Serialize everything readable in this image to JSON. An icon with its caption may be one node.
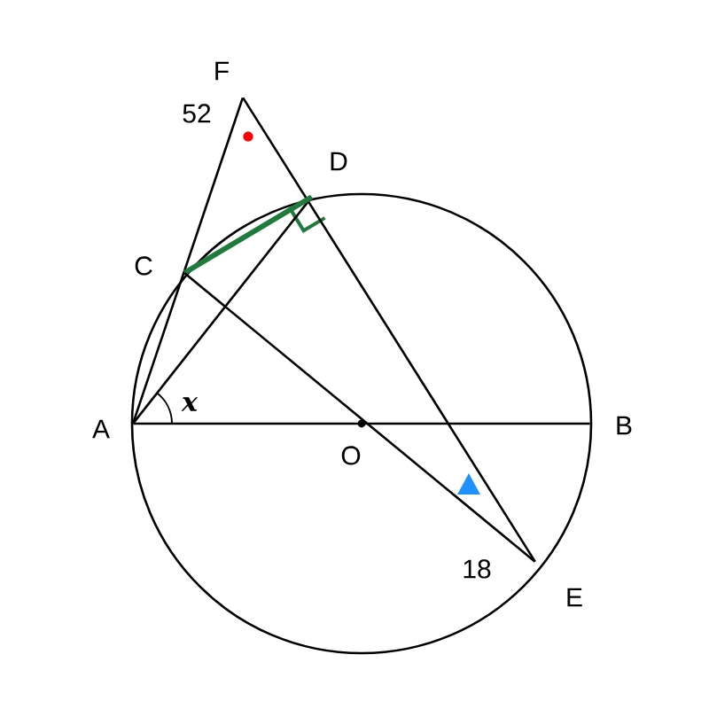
{
  "diagram": {
    "nodes": [
      {
        "text": [
          "F"
        ]
      },
      {
        "text": [
          "C"
        ]
      },
      {
        "text": [
          "D"
        ]
      },
      {
        "text": [
          "A"
        ]
      },
      {
        "text": [
          "O"
        ]
      },
      {
        "text": [
          "B"
        ]
      },
      {
        "text": [
          "E"
        ]
      }
    ],
    "edges": [
      {
        "from": 3,
        "to": 0,
        "arrow": "none"
      },
      {
        "from": 0,
        "to": 6,
        "arrow": "none"
      },
      {
        "from": 3,
        "to": 2,
        "arrow": "none"
      },
      {
        "from": 1,
        "to": 2,
        "arrow": "none",
        "style": "thick",
        "color": "#1e7b3c"
      },
      {
        "from": 1,
        "to": 6,
        "arrow": "none"
      },
      {
        "from": 3,
        "to": 5,
        "arrow": "none"
      }
    ],
    "labels": [
      "52",
      "x",
      "18"
    ]
  }
}
